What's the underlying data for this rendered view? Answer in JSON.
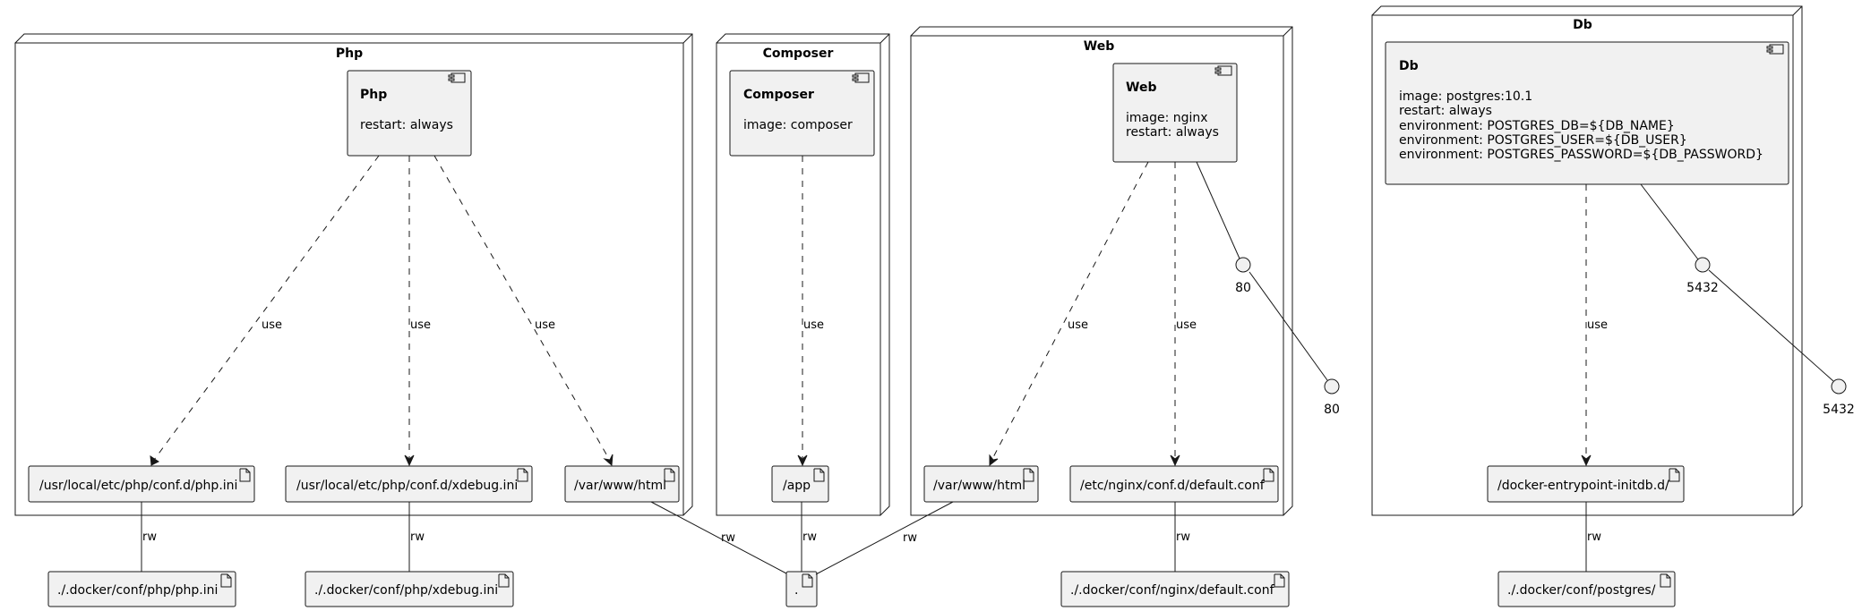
{
  "nodes": {
    "php": "Php",
    "composer": "Composer",
    "web": "Web",
    "db": "Db"
  },
  "components": {
    "php": {
      "name": "Php",
      "lines": [
        "restart: always"
      ]
    },
    "composer": {
      "name": "Composer",
      "lines": [
        "image: composer"
      ]
    },
    "web": {
      "name": "Web",
      "lines": [
        "image: nginx",
        "restart: always"
      ]
    },
    "db": {
      "name": "Db",
      "lines": [
        "image: postgres:10.1",
        "restart: always",
        "environment: POSTGRES_DB=${DB_NAME}",
        "environment: POSTGRES_USER=${DB_USER}",
        "environment: POSTGRES_PASSWORD=${DB_PASSWORD}"
      ]
    }
  },
  "volumes": {
    "php_ini": "/usr/local/etc/php/conf.d/php.ini",
    "xdebug_ini": "/usr/local/etc/php/conf.d/xdebug.ini",
    "php_html": "/var/www/html",
    "app": "/app",
    "web_html": "/var/www/html",
    "nginx_conf": "/etc/nginx/conf.d/default.conf",
    "initdb": "/docker-entrypoint-initdb.d/"
  },
  "host_files": {
    "php_ini": "./.docker/conf/php/php.ini",
    "xdebug_ini": "./.docker/conf/php/xdebug.ini",
    "root": ".",
    "nginx_conf": "./.docker/conf/nginx/default.conf",
    "postgres": "./.docker/conf/postgres/"
  },
  "ports": {
    "web_inner": "80",
    "web_outer": "80",
    "db_inner": "5432",
    "db_outer": "5432"
  },
  "edge_labels": {
    "use": "use",
    "rw": "rw"
  }
}
